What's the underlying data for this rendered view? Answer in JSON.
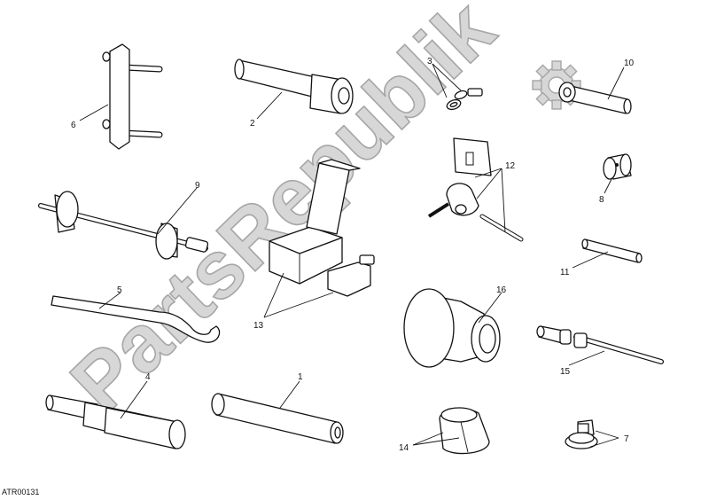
{
  "watermark": {
    "text": "PartsRepublik",
    "icon": "gear-icon"
  },
  "reference_code": "ATR00131",
  "callouts": [
    {
      "id": "c1",
      "label": "1"
    },
    {
      "id": "c2",
      "label": "2"
    },
    {
      "id": "c3",
      "label": "3"
    },
    {
      "id": "c4",
      "label": "4"
    },
    {
      "id": "c5",
      "label": "5"
    },
    {
      "id": "c6",
      "label": "6"
    },
    {
      "id": "c7",
      "label": "7"
    },
    {
      "id": "c8",
      "label": "8"
    },
    {
      "id": "c9",
      "label": "9"
    },
    {
      "id": "c10",
      "label": "10"
    },
    {
      "id": "c11",
      "label": "11"
    },
    {
      "id": "c12",
      "label": "12"
    },
    {
      "id": "c13",
      "label": "13"
    },
    {
      "id": "c14",
      "label": "14"
    },
    {
      "id": "c15",
      "label": "15"
    },
    {
      "id": "c16",
      "label": "16"
    }
  ]
}
